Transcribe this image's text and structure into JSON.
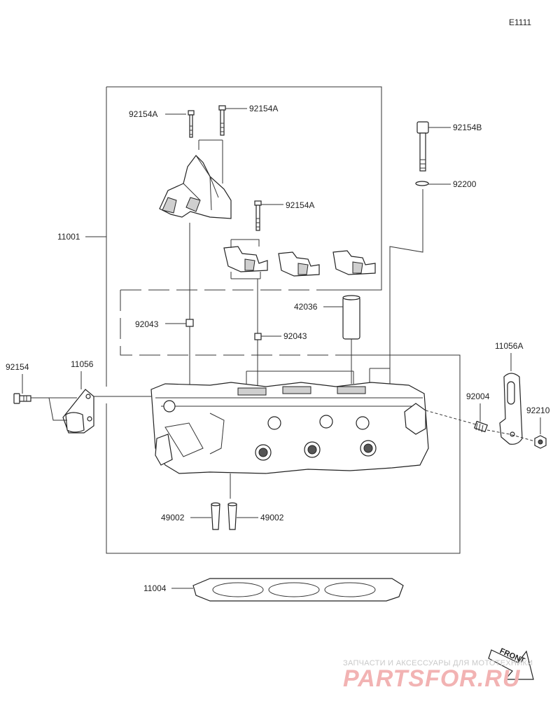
{
  "diagram_code": "E1111",
  "callouts": {
    "a": "92154A",
    "b": "92154A",
    "c": "92154B",
    "d": "92200",
    "e": "92154A",
    "f": "11001",
    "g": "42036",
    "h": "92043",
    "i": "92043",
    "j": "92154",
    "k": "11056",
    "l": "11056A",
    "m": "92004",
    "n": "92210",
    "o": "49002",
    "p": "49002",
    "q": "11004"
  },
  "front_arrow": "FRONT",
  "watermark": {
    "tagline": "ЗАПЧАСТИ И АКСЕССУАРЫ ДЛЯ МОТОТЕХНИКИ",
    "logo": "PARTSFOR.RU"
  },
  "colors": {
    "line": "#333333",
    "watermark": "#f2b3b3"
  }
}
